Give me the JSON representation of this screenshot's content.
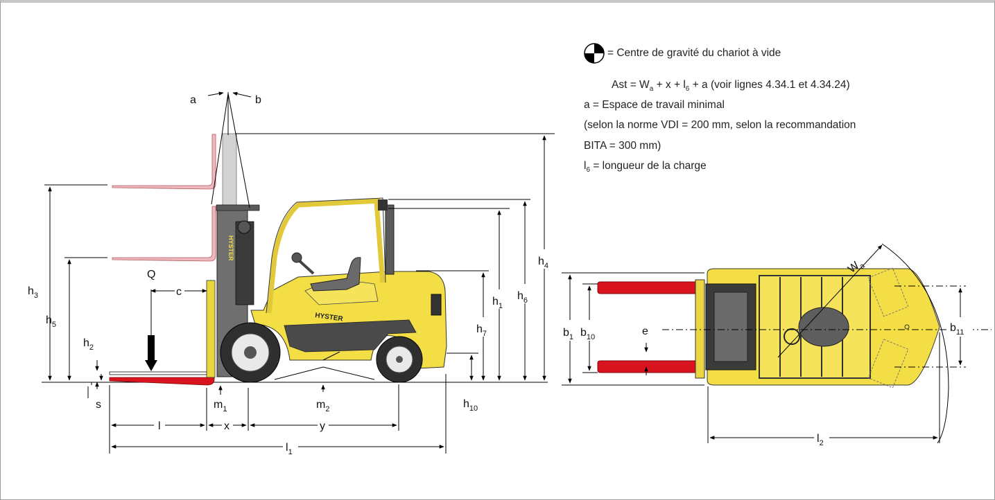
{
  "legend": {
    "cg_text": "= Centre de gravité du chariot à vide",
    "ast_prefix": "Ast = W",
    "ast_w_sub": "a",
    "ast_mid1": " + x + l",
    "ast_l_sub": "6",
    "ast_suffix": " + a (voir lignes 4.34.1 et 4.34.24)",
    "a_def": "a = Espace de travail minimal",
    "vdi_note": "(selon la norme VDI = 200 mm, selon la recommandation",
    "bita_note": "BITA = 300 mm)",
    "l6_main": "l",
    "l6_sub": "6",
    "l6_def": " = longueur de la charge"
  },
  "brand": "HYSTER",
  "side_view": {
    "labels": {
      "a": "a",
      "b": "b",
      "Q": "Q",
      "c": "c",
      "s": "s",
      "h3": {
        "main": "h",
        "sub": "3"
      },
      "h5": {
        "main": "h",
        "sub": "5"
      },
      "h2": {
        "main": "h",
        "sub": "2"
      },
      "h1": {
        "main": "h",
        "sub": "1"
      },
      "h7": {
        "main": "h",
        "sub": "7"
      },
      "h6": {
        "main": "h",
        "sub": "6"
      },
      "h4": {
        "main": "h",
        "sub": "4"
      },
      "h10": {
        "main": "h",
        "sub": "10"
      },
      "m1": {
        "main": "m",
        "sub": "1"
      },
      "m2": {
        "main": "m",
        "sub": "2"
      },
      "l": "l",
      "x": "x",
      "y": "y",
      "l1": {
        "main": "l",
        "sub": "1"
      }
    }
  },
  "top_view": {
    "labels": {
      "b1": {
        "main": "b",
        "sub": "1"
      },
      "b10": {
        "main": "b",
        "sub": "10"
      },
      "e": "e",
      "b11": {
        "main": "b",
        "sub": "11"
      },
      "wa": {
        "main": "W",
        "sub": "a"
      },
      "l2": {
        "main": "l",
        "sub": "2"
      }
    }
  },
  "colors": {
    "truck_yellow": "#f3de45",
    "fork_red": "#d9141e",
    "fork_pink": "#efb8bc",
    "mast_grey": "#6f6f6f",
    "tyre": "#2f2f2f"
  }
}
